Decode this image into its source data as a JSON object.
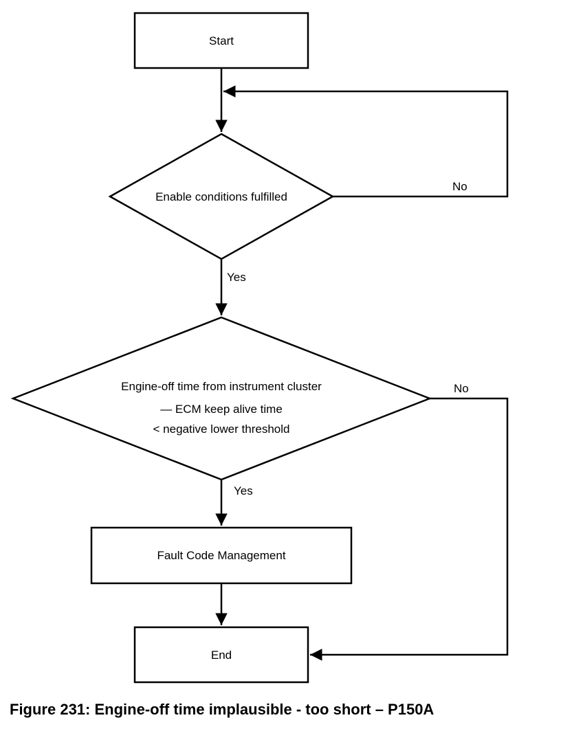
{
  "nodes": {
    "start": "Start",
    "decision1": "Enable conditions fulfilled",
    "decision2_line1": "Engine-off time from instrument cluster",
    "decision2_line2": "— ECM keep alive time",
    "decision2_line3": "< negative lower threshold",
    "fault": "Fault Code Management",
    "end": "End"
  },
  "edges": {
    "d1_no": "No",
    "d1_yes": "Yes",
    "d2_no": "No",
    "d2_yes": "Yes"
  },
  "caption": "Figure 231: Engine-off time implausible - too short – P150A"
}
